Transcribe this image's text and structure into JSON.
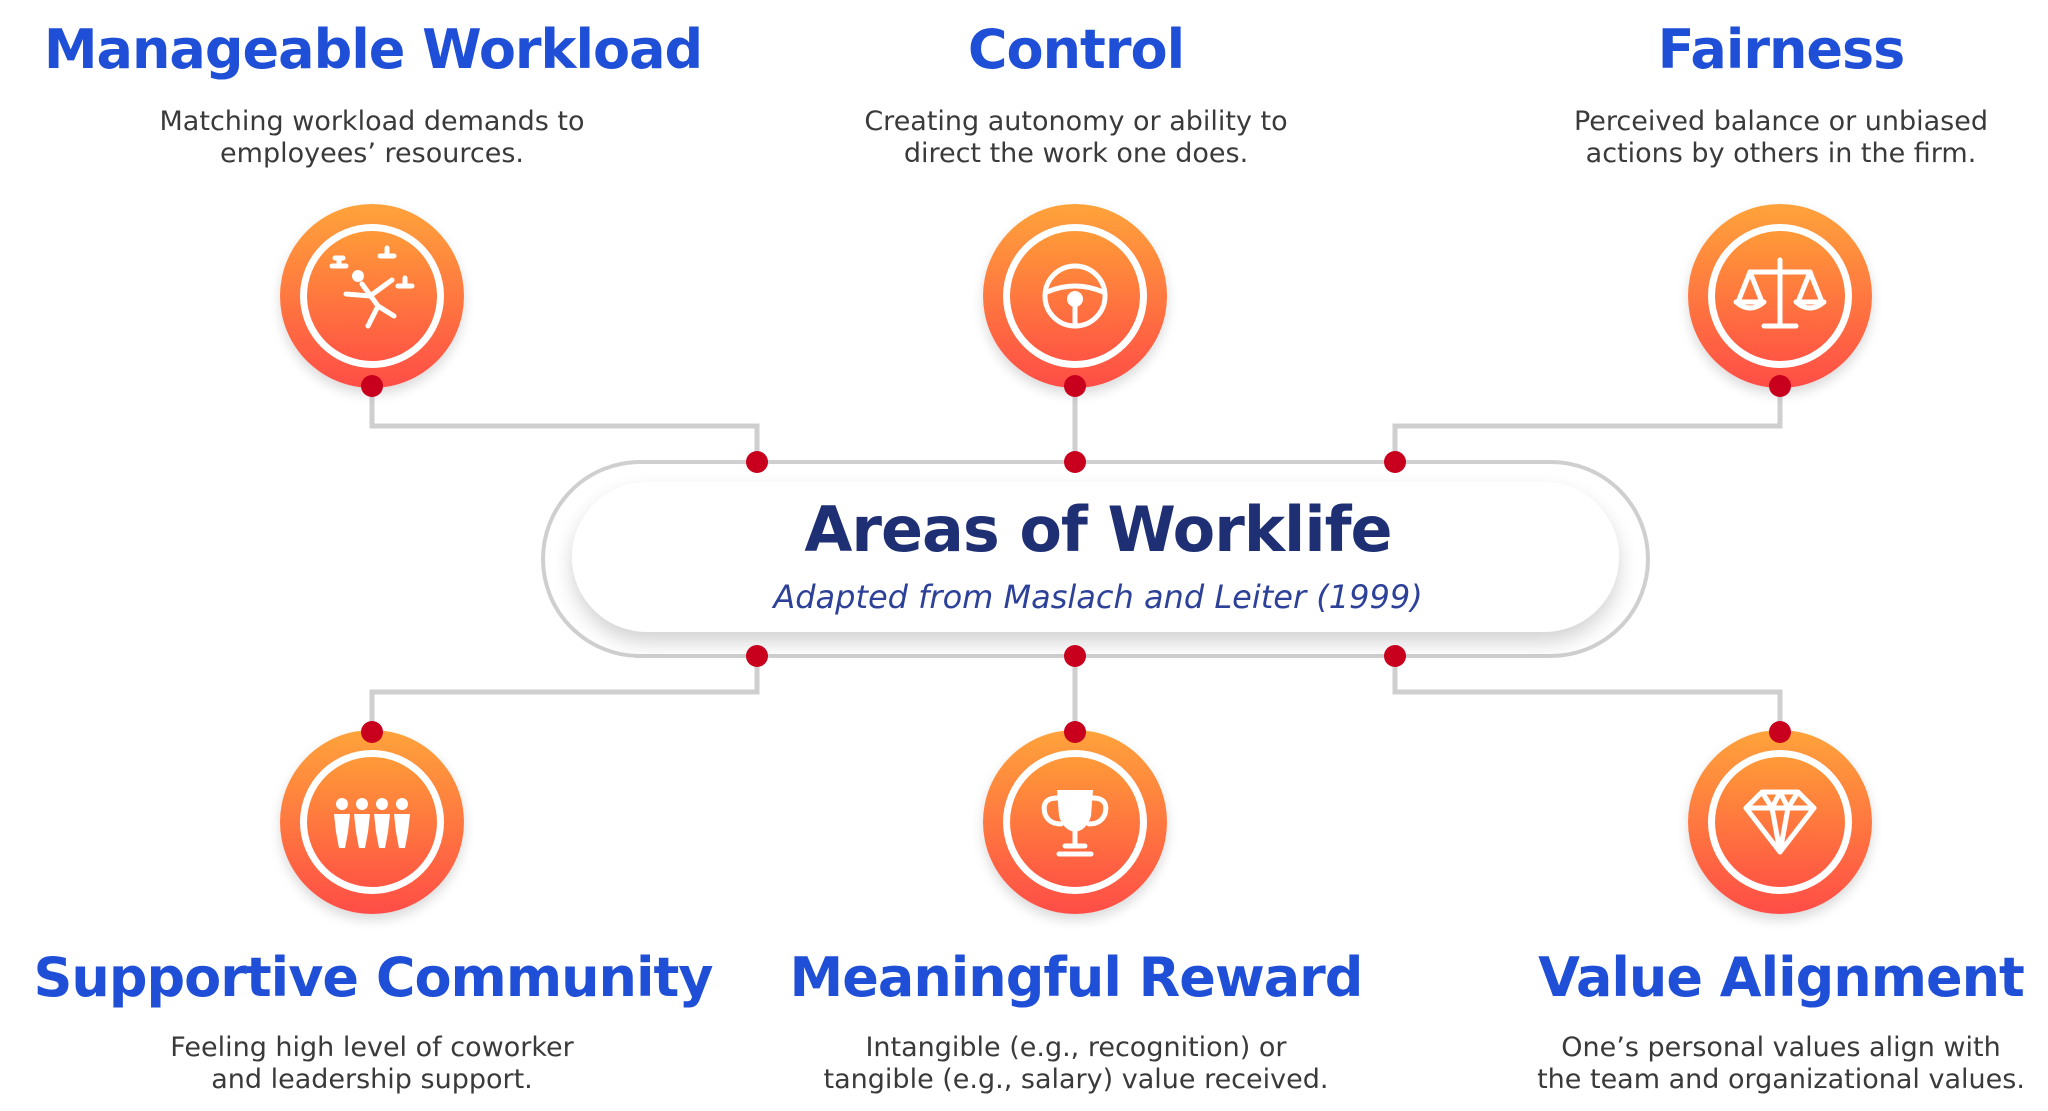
{
  "center": {
    "title": "Areas of Worklife",
    "subtitle": "Adapted from Maslach and Leiter (1999)"
  },
  "colors": {
    "title_blue": "#1f4fd6",
    "center_title": "#1f2f73",
    "orange_top": "#ffa33a",
    "orange_bottom": "#ff4d46",
    "connector_dot": "#c8001e",
    "connector_line": "#cfcfcf"
  },
  "areas": [
    {
      "title": "Manageable Workload",
      "desc_line1": "Matching workload demands to",
      "desc_line2": "employees’ resources.",
      "icon": "juggler-icon"
    },
    {
      "title": "Control",
      "desc_line1": "Creating autonomy or ability to",
      "desc_line2": "direct the work one does.",
      "icon": "steering-wheel-icon"
    },
    {
      "title": "Fairness",
      "desc_line1": "Perceived balance or unbiased",
      "desc_line2": "actions by others in the firm.",
      "icon": "scales-icon"
    },
    {
      "title": "Supportive Community",
      "desc_line1": "Feeling high level of coworker",
      "desc_line2": "and leadership support.",
      "icon": "people-group-icon"
    },
    {
      "title": "Meaningful Reward",
      "desc_line1": "Intangible (e.g., recognition) or",
      "desc_line2": "tangible (e.g., salary) value received.",
      "icon": "trophy-icon"
    },
    {
      "title": "Value Alignment",
      "desc_line1": "One’s personal values align with",
      "desc_line2": "the team and organizational values.",
      "icon": "diamond-icon"
    }
  ]
}
